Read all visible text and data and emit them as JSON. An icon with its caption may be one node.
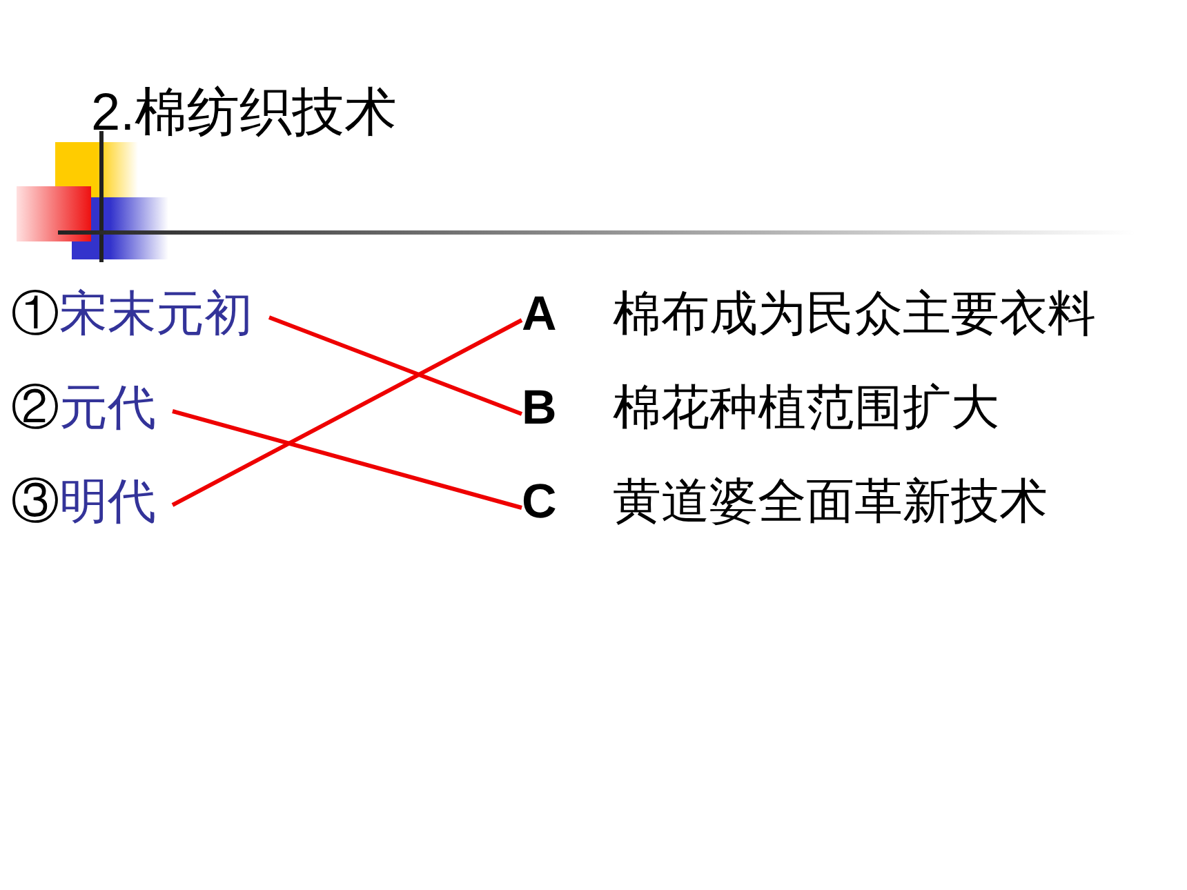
{
  "diagram": {
    "title": "2.棉纺织技术",
    "nodes": [
      {
        "text": [
          "①",
          "宋末元初"
        ]
      },
      {
        "text": [
          "②",
          "元代"
        ]
      },
      {
        "text": [
          "③",
          "明代"
        ]
      },
      {
        "text": [
          "A",
          "棉布成为民众主要衣料"
        ]
      },
      {
        "text": [
          "B",
          "棉花种植范围扩大"
        ]
      },
      {
        "text": [
          "C",
          "黄道婆全面革新技术"
        ]
      }
    ],
    "edges": [
      {
        "from": 0,
        "to": 4,
        "arrow": "none"
      },
      {
        "from": 1,
        "to": 5,
        "arrow": "none"
      },
      {
        "from": 2,
        "to": 3,
        "arrow": "none"
      }
    ]
  }
}
